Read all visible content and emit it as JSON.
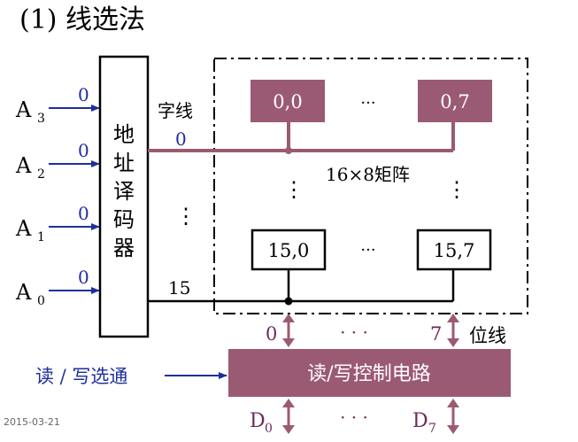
{
  "title": "(1) 线选法",
  "inputs": [
    {
      "label": "A",
      "sub": "3",
      "value": "0"
    },
    {
      "label": "A",
      "sub": "2",
      "value": "0"
    },
    {
      "label": "A",
      "sub": "1",
      "value": "0"
    },
    {
      "label": "A",
      "sub": "0",
      "value": "0"
    }
  ],
  "decoder": {
    "chars": [
      "地",
      "址",
      "译",
      "码",
      "器"
    ]
  },
  "word_line": {
    "label": "字线",
    "first": "0",
    "last": "15"
  },
  "matrix": {
    "label": "16×8矩阵",
    "cells": {
      "top_left": "0,0",
      "top_right": "0,7",
      "bottom_left": "15,0",
      "bottom_right": "15,7"
    },
    "ellipsis_h": "···",
    "ellipsis_v": "⋮"
  },
  "bit_line": {
    "label": "位线",
    "first": "0",
    "last": "7",
    "ellipsis": "· · ·"
  },
  "control": {
    "label": "读/写控制电路",
    "strobe": "读 / 写选通"
  },
  "data_lines": {
    "first": "D",
    "first_sub": "0",
    "last": "D",
    "last_sub": "7",
    "ellipsis": "· · ·"
  },
  "date": "2015-03-21",
  "colors": {
    "highlight": "#9b5a73",
    "signal": "#1f2f9c",
    "line": "#000000",
    "arrow": "#9b5a73"
  }
}
